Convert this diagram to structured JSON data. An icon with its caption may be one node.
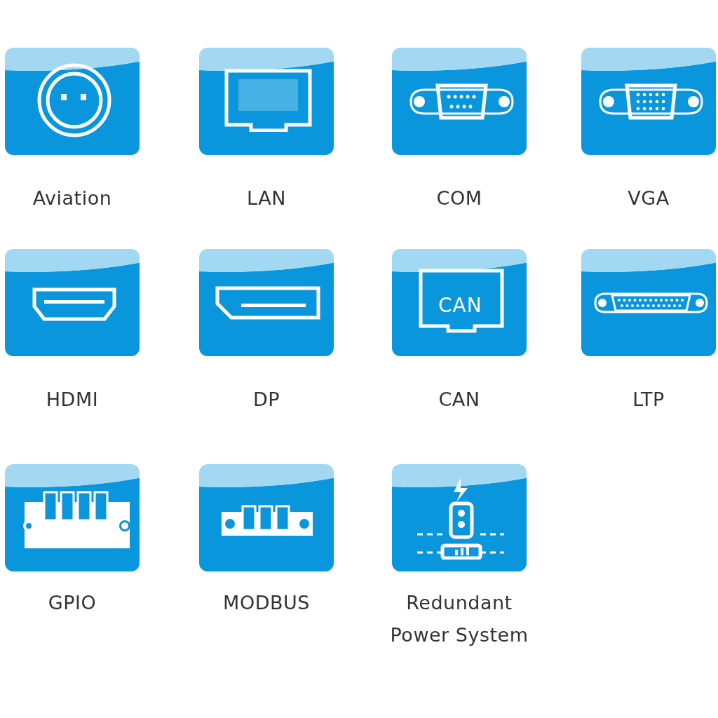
{
  "diagram": {
    "nodes": [
      {
        "text": [
          "Aviation"
        ]
      },
      {
        "text": [
          "LAN"
        ]
      },
      {
        "text": [
          "COM"
        ]
      },
      {
        "text": [
          "VGA"
        ]
      },
      {
        "text": [
          "HDMI"
        ]
      },
      {
        "text": [
          "DP"
        ]
      },
      {
        "text": [
          "CAN",
          "CAN"
        ]
      },
      {
        "text": [
          "LTP"
        ]
      },
      {
        "text": [
          "GPIO"
        ]
      },
      {
        "text": [
          "MODBUS"
        ]
      },
      {
        "text": [
          "Redundant Power System"
        ]
      }
    ]
  }
}
